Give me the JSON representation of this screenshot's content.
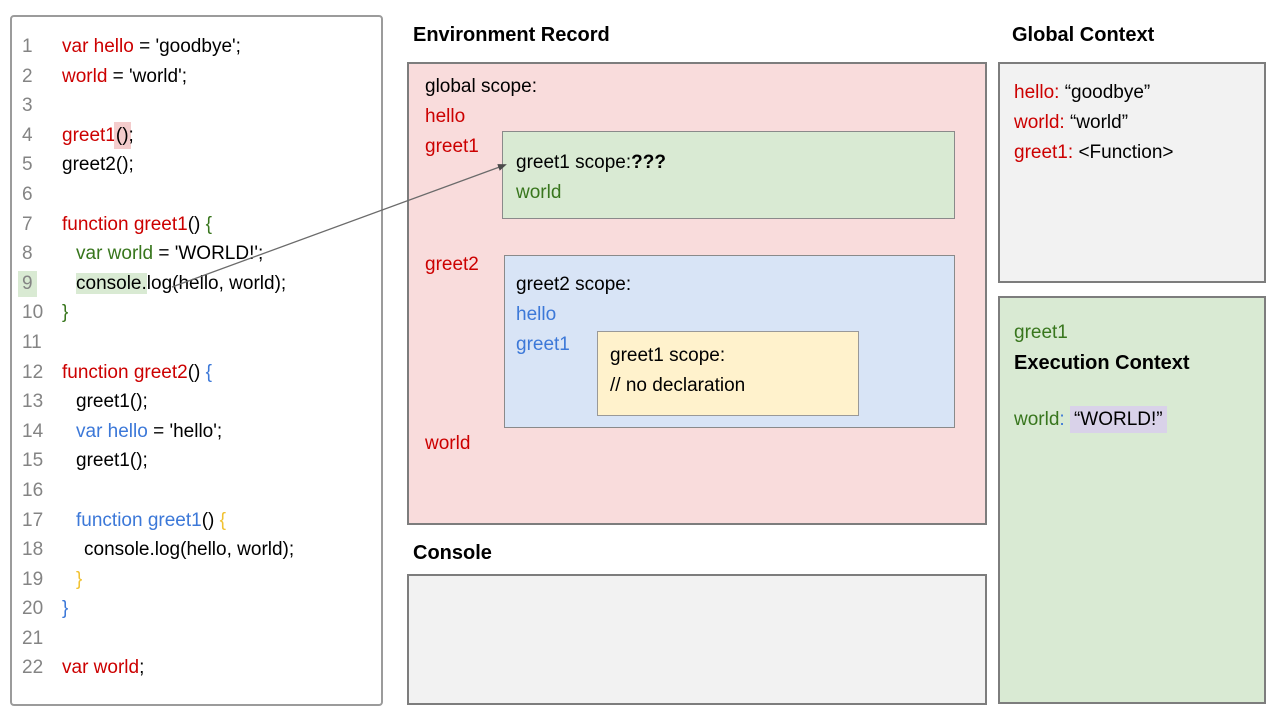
{
  "colors": {
    "red": "#cc0000",
    "green": "#38761d",
    "blue": "#3c78d8",
    "yellow": "#f1c232",
    "ln_gray": "#848484",
    "pink_bg": "#f9dcdc",
    "pink_hl": "#f4cccc",
    "green_bg": "#d9ead3",
    "green_hl": "#d9ead3",
    "blue_bg": "#d8e4f6",
    "yellow_bg": "#fff2cc",
    "gray_bg": "#f2f2f2",
    "purple_hl": "#d9d2e9"
  },
  "code_panel": {
    "lines": [
      {
        "n": "1",
        "ind": 0,
        "seg": [
          [
            "r",
            "var hello"
          ],
          [
            "k",
            " = 'goodbye';"
          ]
        ]
      },
      {
        "n": "2",
        "ind": 0,
        "seg": [
          [
            "r",
            "world"
          ],
          [
            "k",
            " = 'world';"
          ]
        ]
      },
      {
        "n": "3",
        "ind": 0,
        "seg": []
      },
      {
        "n": "4",
        "ind": 0,
        "seg": [
          [
            "r",
            "greet1"
          ],
          [
            "k",
            "()",
            "p"
          ],
          [
            "k",
            ";"
          ]
        ]
      },
      {
        "n": "5",
        "ind": 0,
        "seg": [
          [
            "k",
            "greet2();"
          ]
        ]
      },
      {
        "n": "6",
        "ind": 0,
        "seg": []
      },
      {
        "n": "7",
        "ind": 0,
        "seg": [
          [
            "r",
            "function greet1"
          ],
          [
            "k",
            "() "
          ],
          [
            "g",
            "{"
          ]
        ]
      },
      {
        "n": "8",
        "ind": 1,
        "seg": [
          [
            "g",
            "var world"
          ],
          [
            "k",
            " = 'WORLD!';"
          ]
        ]
      },
      {
        "n": "9",
        "ind": 1,
        "num_hl": true,
        "seg": [
          [
            "k",
            "console.",
            "g"
          ],
          [
            "k",
            "log(hello, world);"
          ]
        ]
      },
      {
        "n": "10",
        "ind": 0,
        "seg": [
          [
            "g",
            "}"
          ]
        ]
      },
      {
        "n": "11",
        "ind": 0,
        "seg": []
      },
      {
        "n": "12",
        "ind": 0,
        "seg": [
          [
            "r",
            "function greet2"
          ],
          [
            "k",
            "() "
          ],
          [
            "b",
            "{"
          ]
        ]
      },
      {
        "n": "13",
        "ind": 1,
        "seg": [
          [
            "k",
            "greet1();"
          ]
        ]
      },
      {
        "n": "14",
        "ind": 1,
        "seg": [
          [
            "b",
            "var hello"
          ],
          [
            "k",
            " = 'hello';"
          ]
        ]
      },
      {
        "n": "15",
        "ind": 1,
        "seg": [
          [
            "k",
            "greet1();"
          ]
        ]
      },
      {
        "n": "16",
        "ind": 0,
        "seg": []
      },
      {
        "n": "17",
        "ind": 1,
        "seg": [
          [
            "b",
            "function greet1"
          ],
          [
            "k",
            "() "
          ],
          [
            "y",
            "{"
          ]
        ]
      },
      {
        "n": "18",
        "ind": 2,
        "seg": [
          [
            "k",
            "console.log(hello, world);"
          ]
        ]
      },
      {
        "n": "19",
        "ind": 1,
        "seg": [
          [
            "y",
            "}"
          ]
        ]
      },
      {
        "n": "20",
        "ind": 0,
        "seg": [
          [
            "b",
            "}"
          ]
        ]
      },
      {
        "n": "21",
        "ind": 0,
        "seg": []
      },
      {
        "n": "22",
        "ind": 0,
        "seg": [
          [
            "r",
            "var world"
          ],
          [
            "k",
            ";"
          ]
        ]
      }
    ]
  },
  "env": {
    "title": "Environment Record",
    "global_label": "global scope:",
    "var_hello": "hello",
    "var_greet1": "greet1",
    "var_greet2": "greet2",
    "var_world": "world",
    "greet1_scope": {
      "label": "greet1 scope:",
      "unknown": "???",
      "var_world": "world"
    },
    "greet2_scope": {
      "label": "greet2 scope:",
      "var_hello": "hello",
      "var_greet1": "greet1",
      "inner_greet1_scope": {
        "label": "greet1 scope:",
        "comment": "// no declaration"
      }
    }
  },
  "console": {
    "title": "Console"
  },
  "global_context": {
    "title": "Global Context",
    "entries": [
      {
        "name": "hello:",
        "value": "“goodbye”"
      },
      {
        "name": "world:",
        "value": "“world”"
      },
      {
        "name": "greet1:",
        "value": "<Function>"
      }
    ]
  },
  "execution_context": {
    "fn_name": "greet1",
    "title": "Execution Context",
    "var_name": "world",
    "colon": ":",
    "var_value": "“WORLD!”"
  }
}
